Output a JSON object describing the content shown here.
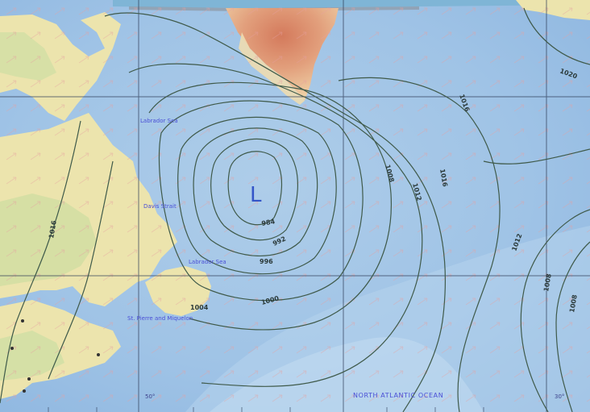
{
  "map": {
    "pressure_center": {
      "symbol": "L"
    },
    "isobar_labels": [
      {
        "id": "iso-984",
        "text": "984"
      },
      {
        "id": "iso-992",
        "text": "992"
      },
      {
        "id": "iso-996",
        "text": "996"
      },
      {
        "id": "iso-1000",
        "text": "1000"
      },
      {
        "id": "iso-1004",
        "text": "1004"
      },
      {
        "id": "iso-1008",
        "text": "1008"
      },
      {
        "id": "iso-1012",
        "text": "1012"
      },
      {
        "id": "iso-1016",
        "text": "1016"
      },
      {
        "id": "iso-1016b",
        "text": "1016"
      },
      {
        "id": "iso-1020",
        "text": "1020"
      },
      {
        "id": "iso-1012b",
        "text": "1012"
      },
      {
        "id": "iso-1008b",
        "text": "1008"
      },
      {
        "id": "iso-1016c",
        "text": "1016"
      },
      {
        "id": "iso-1008c",
        "text": "1008"
      }
    ],
    "place_labels": [
      {
        "id": "labrador-sea",
        "text": "Labrador Sea"
      },
      {
        "id": "davis-strait",
        "text": "Davis Strait"
      },
      {
        "id": "labrador-sea-2",
        "text": "Labrador Sea"
      },
      {
        "id": "st-pierre",
        "text": "St. Pierre and Miquelon"
      }
    ],
    "ocean_label": "NORTH ATLANTIC OCEAN",
    "coord_labels": [
      {
        "id": "coord-left",
        "text": "50°"
      },
      {
        "id": "coord-right",
        "text": "30°"
      }
    ],
    "colors": {
      "ocean": "#a9c9e8",
      "ocean_light": "#d6e7f3",
      "land": "#ede5b0",
      "land_green": "#c9d9a0",
      "greenland_high": "#d98a6a",
      "isobar": "#3f5a4a",
      "grid": "#2d3a55",
      "wind_arrow": "#e6a3a3"
    }
  }
}
